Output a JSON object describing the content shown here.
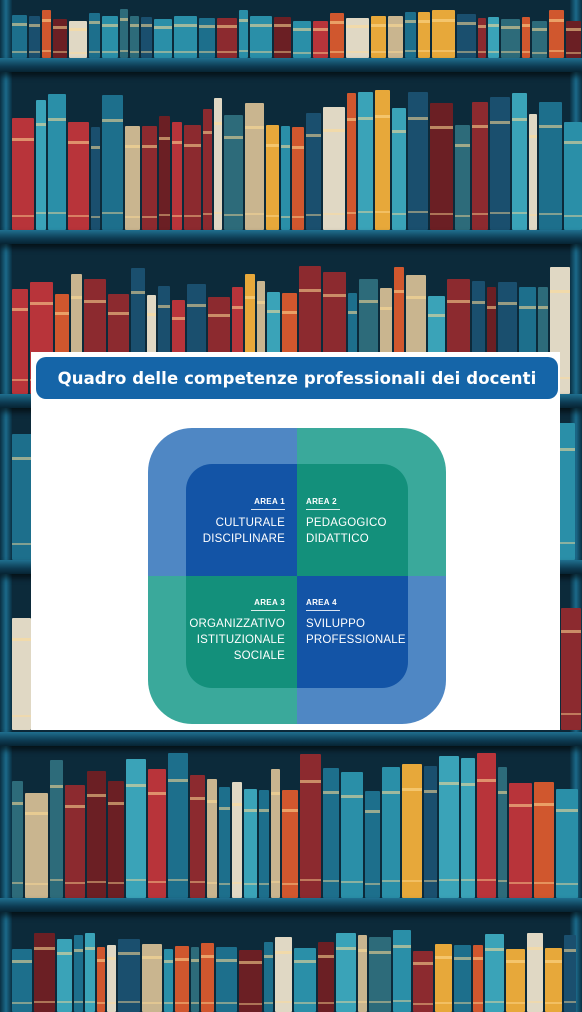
{
  "title": "Quadro delle competenze professionali dei docenti",
  "areas": [
    {
      "label": "AREA 1",
      "name": "CULTURALE\nDISCIPLINARE"
    },
    {
      "label": "AREA 2",
      "name": "PEDAGOGICO\nDIDATTICO"
    },
    {
      "label": "AREA 3",
      "name": "ORGANIZZATIVO\nISTITUZIONALE\nSOCIALE"
    },
    {
      "label": "AREA 4",
      "name": "SVILUPPO\nPROFESSIONALE"
    }
  ],
  "colors": {
    "title_bar": "#1565a8",
    "blue_outer": "#4f87c4",
    "teal_outer": "#3aa99b",
    "blue_inner": "#1354a6",
    "teal_inner": "#13907b"
  }
}
